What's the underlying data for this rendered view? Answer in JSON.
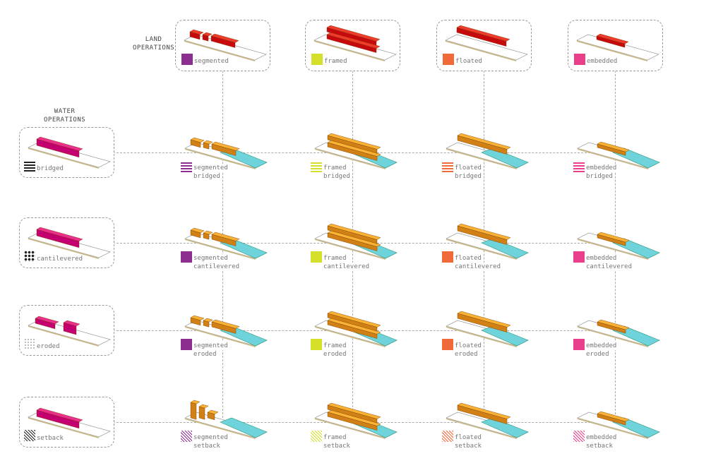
{
  "headings": {
    "land": "LAND\nOPERATIONS",
    "water": "WATER\nOPERATIONS"
  },
  "land_operations": [
    {
      "label": "segmented",
      "color": "#8b2e8f"
    },
    {
      "label": "framed",
      "color": "#d4df2a"
    },
    {
      "label": "floated",
      "color": "#f06a3a"
    },
    {
      "label": "embedded",
      "color": "#ea3f8b"
    }
  ],
  "water_operations": [
    {
      "label": "bridged",
      "pattern": "lines"
    },
    {
      "label": "cantilevered",
      "pattern": "dots"
    },
    {
      "label": "eroded",
      "pattern": "light-dots"
    },
    {
      "label": "setback",
      "pattern": "zigzag"
    }
  ],
  "colors": {
    "land_mass": "#ef3b2c",
    "water_mass": "#ec2f8f",
    "hybrid_mass": "#f9b233",
    "water": "#6fd3dc",
    "slab": "#ffffff"
  },
  "grid": [
    [
      {
        "line1": "segmented",
        "line2": "bridged"
      },
      {
        "line1": "framed",
        "line2": "bridged"
      },
      {
        "line1": "floated",
        "line2": "bridged"
      },
      {
        "line1": "embedded",
        "line2": "bridged"
      }
    ],
    [
      {
        "line1": "segmented",
        "line2": "cantilevered"
      },
      {
        "line1": "framed",
        "line2": "cantilevered"
      },
      {
        "line1": "floated",
        "line2": "cantilevered"
      },
      {
        "line1": "embedded",
        "line2": "cantilevered"
      }
    ],
    [
      {
        "line1": "segmented",
        "line2": "eroded"
      },
      {
        "line1": "framed",
        "line2": "eroded"
      },
      {
        "line1": "floated",
        "line2": "eroded"
      },
      {
        "line1": "embedded",
        "line2": "eroded"
      }
    ],
    [
      {
        "line1": "segmented",
        "line2": "setback"
      },
      {
        "line1": "framed",
        "line2": "setback"
      },
      {
        "line1": "floated",
        "line2": "setback"
      },
      {
        "line1": "embedded",
        "line2": "setback"
      }
    ]
  ]
}
